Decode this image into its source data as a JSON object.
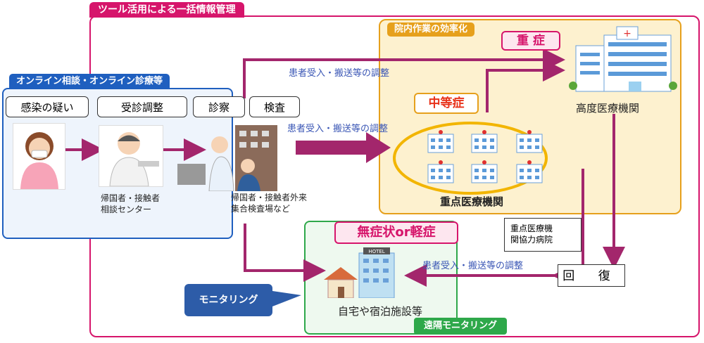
{
  "frames": {
    "main_title": "ツール活用による一括情報管理",
    "online_title": "オンライン相談・オンライン診療等",
    "efficiency_title": "院内作業の効率化",
    "remote_title": "遠隔モニタリング"
  },
  "steps": [
    {
      "label": "感染の疑い"
    },
    {
      "label": "受診調整"
    },
    {
      "label": "診察"
    },
    {
      "label": "検査"
    }
  ],
  "captions": {
    "consult_center": "帰国者・接触者\n相談センター",
    "clinic": "帰国者・接触者外来\n集合検査場など"
  },
  "transfer_label": "患者受入・搬送等の調整",
  "severity": {
    "severe": "重 症",
    "moderate": "中等症",
    "mild": "無症状or軽症"
  },
  "facilities": {
    "advanced": "高度医療機関",
    "priority": "重点医療機関",
    "home": "自宅や宿泊施設等",
    "cooperating": "重点医療機\n関協力病院",
    "hotel_sign": "HOTEL"
  },
  "recovery": "回 復",
  "monitoring": "モニタリング",
  "colors": {
    "magenta": "#d6156b",
    "blue": "#1f5fbf",
    "orange": "#e6a01c",
    "green": "#2ea84a",
    "arrow": "#a3266c"
  }
}
